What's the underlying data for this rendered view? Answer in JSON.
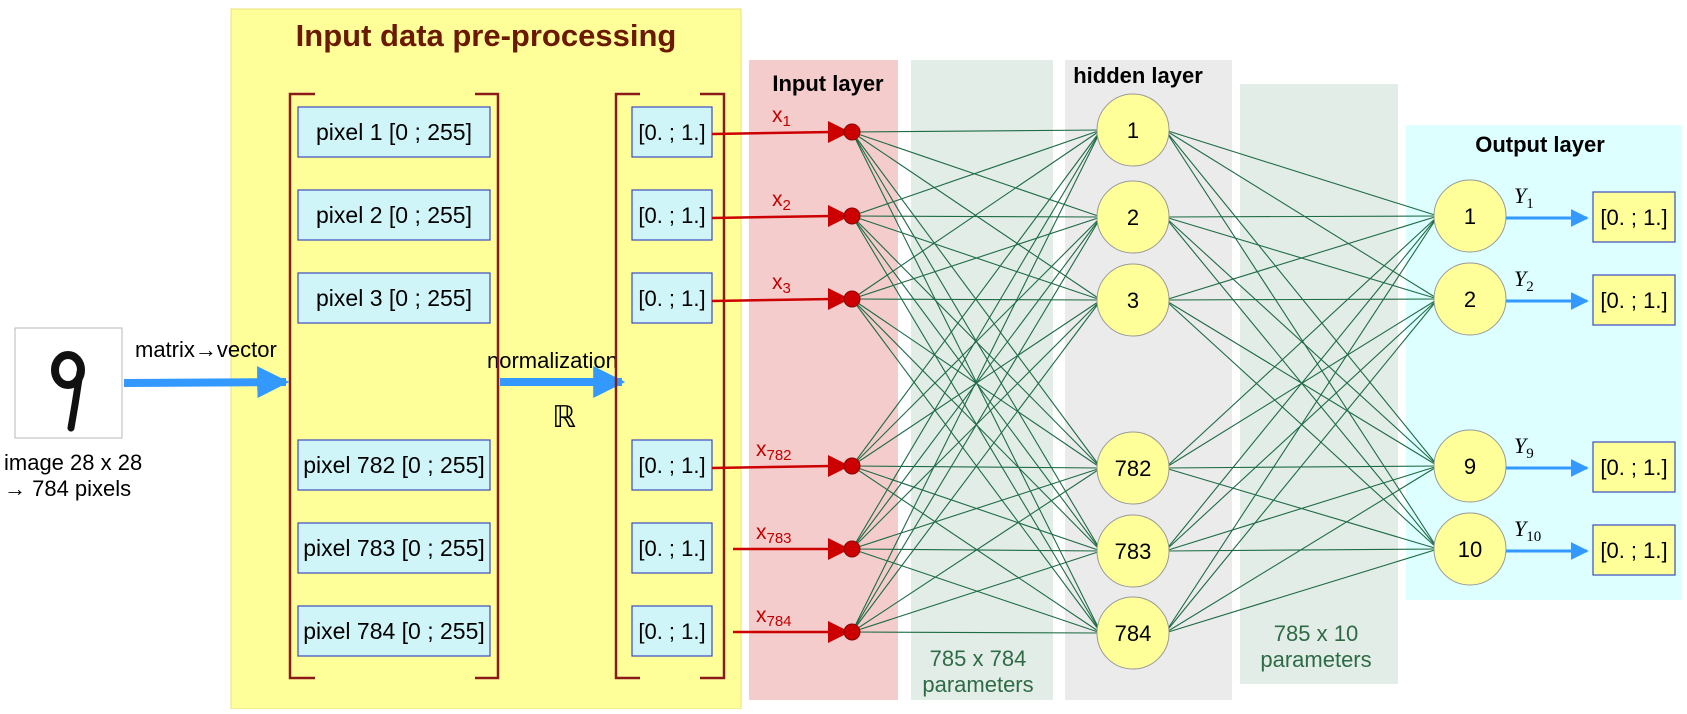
{
  "colors": {
    "preprocessing_bg": "#ffff99",
    "preprocessing_border": "#e8e07a",
    "preprocessing_title": "#6b1a00",
    "input_layer_bg": "#f4cccc",
    "params_bg": "#e3ede7",
    "hidden_layer_bg": "#ebebeb",
    "output_layer_bg": "#ddffff",
    "pixel_box_fill": "#cff5f8",
    "pixel_box_border": "#3b4bc0",
    "bracket": "#8b1a1a",
    "arrow_blue": "#3399ff",
    "input_arrow_red": "#cc0000",
    "connection_green": "#1e6b45",
    "neuron_fill": "#ffff99",
    "param_text": "#2e6b45",
    "x_label": "#c00000"
  },
  "image": {
    "icon": "handwritten-digit-nine",
    "digit": "9",
    "caption_line1": "image 28 x 28",
    "caption_line2": "→ 784 pixels"
  },
  "preprocessing": {
    "title": "Input data pre-processing",
    "matrix_to_vector": "matrix→vector",
    "normalization": "normalization",
    "real_symbol": "ℝ",
    "pixels": [
      "pixel 1 [0 ; 255]",
      "pixel 2 [0 ; 255]",
      "pixel 3 [0 ; 255]",
      "pixel 782 [0 ; 255]",
      "pixel 783 [0 ; 255]",
      "pixel 784 [0 ; 255]"
    ],
    "normalized": [
      "[0. ; 1.]",
      "[0. ; 1.]",
      "[0. ; 1.]",
      "[0. ; 1.]",
      "[0. ; 1.]",
      "[0. ; 1.]"
    ]
  },
  "input_layer": {
    "title": "Input layer",
    "labels": [
      {
        "base": "x",
        "sub": "1"
      },
      {
        "base": "x",
        "sub": "2"
      },
      {
        "base": "x",
        "sub": "3"
      },
      {
        "base": "x",
        "sub": "782"
      },
      {
        "base": "x",
        "sub": "783"
      },
      {
        "base": "x",
        "sub": "784"
      }
    ]
  },
  "params1": {
    "line1": "785 x 784",
    "line2": "parameters"
  },
  "hidden_layer": {
    "title": "hidden layer",
    "neurons": [
      "1",
      "2",
      "3",
      "782",
      "783",
      "784"
    ]
  },
  "params2": {
    "line1": "785 x 10",
    "line2": "parameters"
  },
  "output_layer": {
    "title": "Output layer",
    "neurons": [
      "1",
      "2",
      "9",
      "10"
    ],
    "labels": [
      {
        "base": "Y",
        "sub": "1"
      },
      {
        "base": "Y",
        "sub": "2"
      },
      {
        "base": "Y",
        "sub": "9"
      },
      {
        "base": "Y",
        "sub": "10"
      }
    ],
    "values": [
      "[0. ; 1.]",
      "[0. ; 1.]",
      "[0. ; 1.]",
      "[0. ; 1.]"
    ]
  }
}
